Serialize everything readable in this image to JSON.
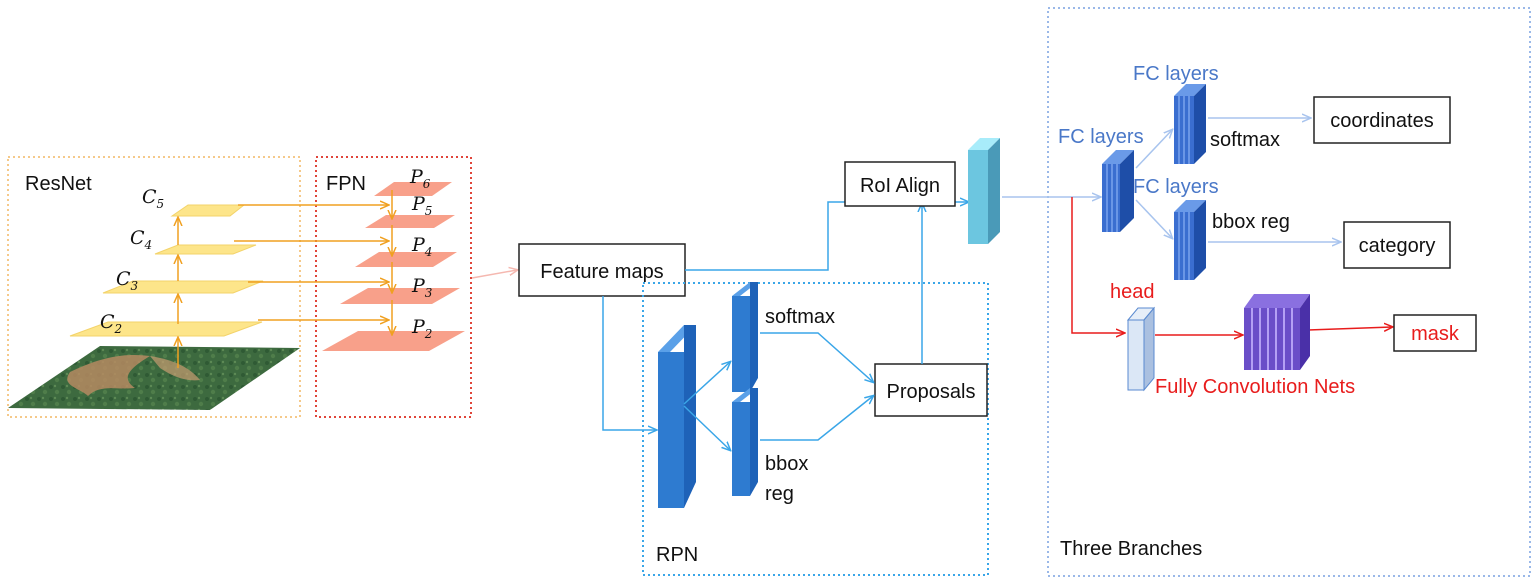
{
  "resnet": {
    "title": "ResNet",
    "levels": [
      {
        "letter": "C",
        "sub": "5"
      },
      {
        "letter": "C",
        "sub": "4"
      },
      {
        "letter": "C",
        "sub": "3"
      },
      {
        "letter": "C",
        "sub": "2"
      }
    ]
  },
  "fpn": {
    "title": "FPN",
    "levels": [
      {
        "letter": "P",
        "sub": "6"
      },
      {
        "letter": "P",
        "sub": "5"
      },
      {
        "letter": "P",
        "sub": "4"
      },
      {
        "letter": "P",
        "sub": "3"
      },
      {
        "letter": "P",
        "sub": "2"
      }
    ]
  },
  "feature_maps": "Feature maps",
  "roi_align": "RoI Align",
  "rpn": {
    "title": "RPN",
    "softmax": "softmax",
    "bbox_reg_line1": "bbox",
    "bbox_reg_line2": "reg",
    "proposals": "Proposals"
  },
  "branches": {
    "title": "Three Branches",
    "fc_layers_1": "FC layers",
    "fc_layers_2": "FC layers",
    "fc_layers_3": "FC layers",
    "softmax": "softmax",
    "bbox_reg": "bbox reg",
    "coordinates": "coordinates",
    "category": "category",
    "head": "head",
    "fcn": "Fully Convolution Nets",
    "mask": "mask"
  },
  "colors": {
    "resnet_border": "#f5c98a",
    "fpn_border": "#e0453a",
    "yellow_plane": "#fde58a",
    "pink_plane": "#f8a08a",
    "orange_arrow": "#f0a020",
    "blue_dark": "#2e7bd0",
    "blue_conn": "#3aa6e8",
    "branch_border": "#9ab8e8",
    "fc_label": "#4a78c8",
    "red": "#e81c1c",
    "purple": "#7a5cd0"
  }
}
